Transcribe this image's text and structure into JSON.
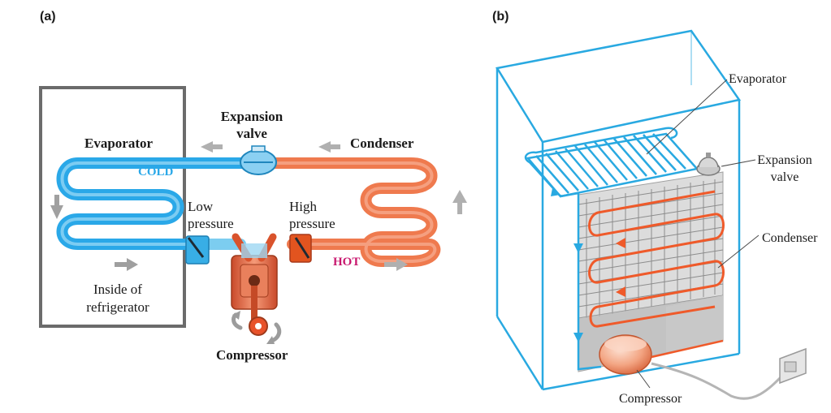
{
  "panels": {
    "a": "(a)",
    "b": "(b)"
  },
  "diagram_a": {
    "evaporator": "Evaporator",
    "expansion_valve_line1": "Expansion",
    "expansion_valve_line2": "valve",
    "condenser": "Condenser",
    "cold": "COLD",
    "hot": "HOT",
    "low_pressure_line1": "Low",
    "low_pressure_line2": "pressure",
    "high_pressure_line1": "High",
    "high_pressure_line2": "pressure",
    "inside_line1": "Inside of",
    "inside_line2": "refrigerator",
    "compressor": "Compressor"
  },
  "diagram_b": {
    "evaporator": "Evaporator",
    "expansion_valve_line1": "Expansion",
    "expansion_valve_line2": "valve",
    "condenser": "Condenser",
    "compressor": "Compressor"
  },
  "colors": {
    "cold": "#2aa8e8",
    "hot": "#ef6a3a",
    "hot_label": "#c8176e",
    "box_outline": "#6b6b6b",
    "fridge_outline": "#29a9e1",
    "arrow_gray": "#a9a9a9"
  }
}
